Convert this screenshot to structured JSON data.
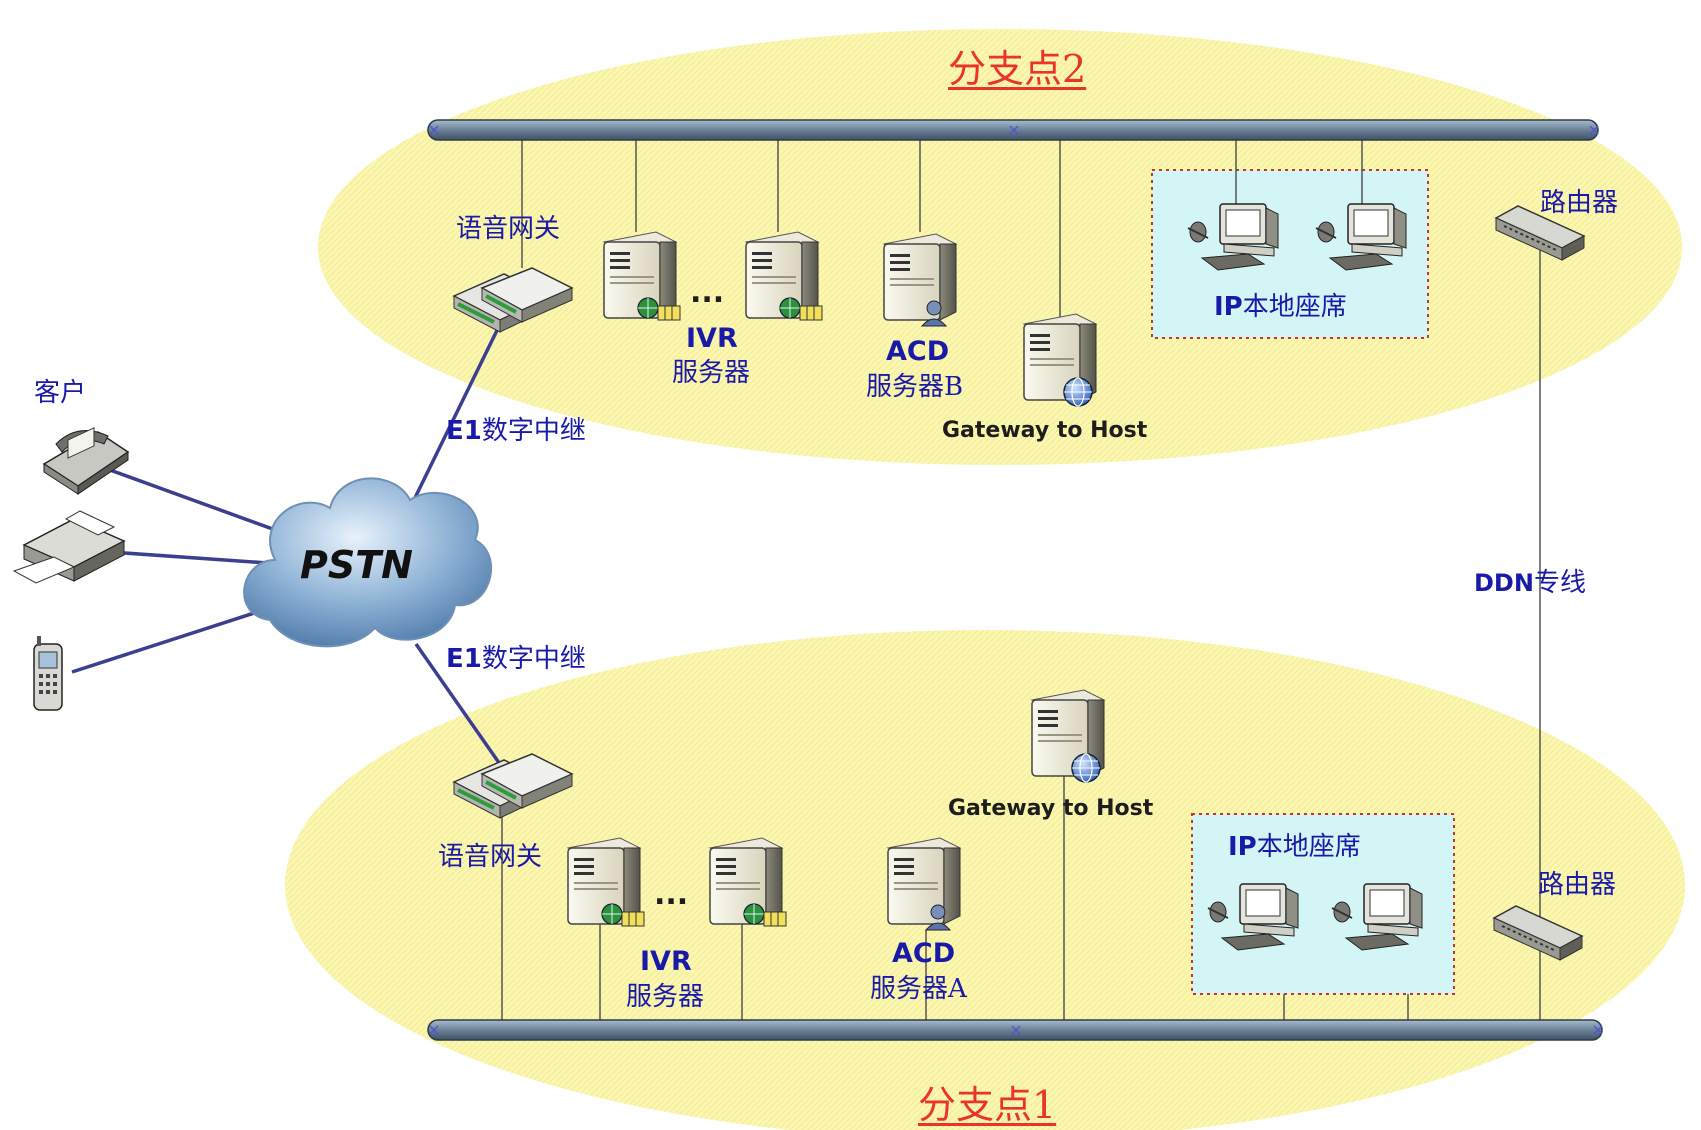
{
  "branch2": {
    "title": "分支点2",
    "gateway_label": "语音网关",
    "ivr_label_1": "IVR",
    "ivr_label_2": "服务器",
    "ivr_ellipsis": "...",
    "acd_label_1": "ACD",
    "acd_label_2": "服务器B",
    "host_gateway_label": "Gateway to Host",
    "agents_label_prefix": "IP",
    "agents_label_suffix": "本地座席",
    "router_label": "路由器"
  },
  "branch1": {
    "title": "分支点1",
    "gateway_label": "语音网关",
    "ivr_label_1": "IVR",
    "ivr_label_2": "服务器",
    "ivr_ellipsis": "...",
    "acd_label_1": "ACD",
    "acd_label_2": "服务器A",
    "host_gateway_label": "Gateway to Host",
    "agents_label_prefix": "IP",
    "agents_label_suffix": "本地座席",
    "router_label": "路由器"
  },
  "customer_label": "客户",
  "pstn_label": "PSTN",
  "trunk_top_prefix": "E1",
  "trunk_top_suffix": "数字中继",
  "trunk_bottom_prefix": "E1",
  "trunk_bottom_suffix": "数字中继",
  "ddn_prefix": "DDN",
  "ddn_suffix": "专线",
  "colors": {
    "zone_fill": "#fbf6b0",
    "bus": "#7f93a8",
    "link": "#3b3f8f",
    "accent_text": "#1a1aa8",
    "title_red": "#e8342c",
    "agent_box": "#d4f5f5"
  }
}
